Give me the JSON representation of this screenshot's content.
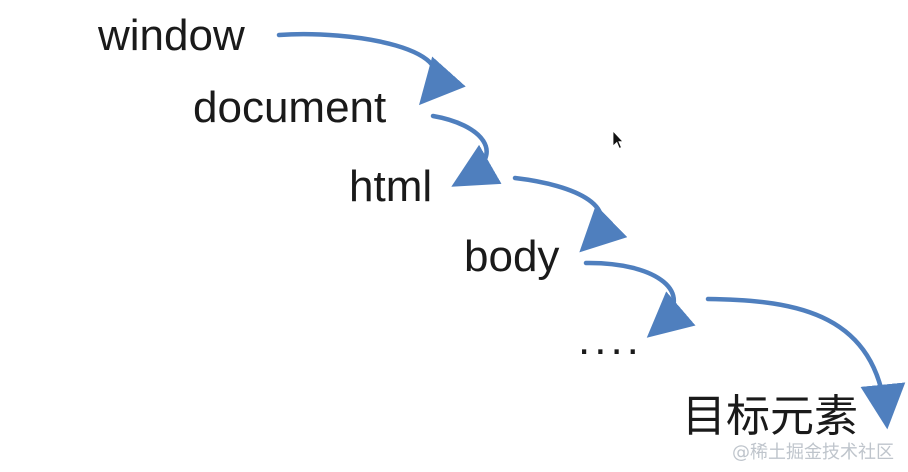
{
  "diagram": {
    "nodes": [
      {
        "id": "window",
        "label": "window"
      },
      {
        "id": "document",
        "label": "document"
      },
      {
        "id": "html",
        "label": "html"
      },
      {
        "id": "body",
        "label": "body"
      },
      {
        "id": "ellipsis",
        "label": "...."
      },
      {
        "id": "target",
        "label": "目标元素"
      }
    ],
    "edges": [
      {
        "from": "window",
        "to": "document"
      },
      {
        "from": "document",
        "to": "html"
      },
      {
        "from": "html",
        "to": "body"
      },
      {
        "from": "body",
        "to": "ellipsis"
      },
      {
        "from": "ellipsis",
        "to": "target"
      }
    ],
    "colors": {
      "text": "#1a1a1a",
      "arrow": "#4f7fbe",
      "watermark": "#bfc5cc",
      "background": "#ffffff"
    },
    "icons": {
      "cursor": "mouse-pointer-icon"
    }
  },
  "watermark": {
    "text": "@稀土掘金技术社区"
  }
}
